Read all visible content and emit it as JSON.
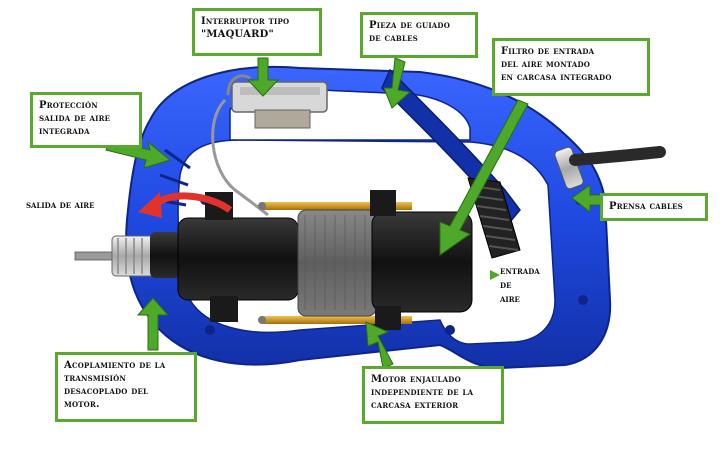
{
  "labels": {
    "interruptor": "Interruptor tipo\n\"MAQUARD\"",
    "pieza_guiado": "Pieza de guiado\nde cables",
    "filtro": "Filtro de entrada\ndel aire montado\nen carcasa integrado",
    "proteccion": "Protección\nsalida de aire\nintegrada",
    "salida_aire": "salida de aire",
    "prensa_cables": "Prensa  cables",
    "entrada_aire": "entrada\nde\naire",
    "acoplamiento": "Acoplamiento de la\ntransmisión\ndesacoplado del\nmotor.",
    "motor": "Motor enjaulado\nindependiente de la\ncarcasa exterior"
  },
  "colors": {
    "housing_blue": "#1f49e0",
    "housing_dark": "#1230a8",
    "callout_green": "#5aa82d",
    "arrow_green": "#4ea82a",
    "arrow_red": "#e0332b",
    "motor_black": "#1a1a1a",
    "stator_grey": "#6b6b6b",
    "rod_gold": "#c9931c"
  },
  "icons": [
    "interruptor-switch",
    "cable",
    "air-filter",
    "motor",
    "shaft-coupling",
    "cable-gland"
  ]
}
